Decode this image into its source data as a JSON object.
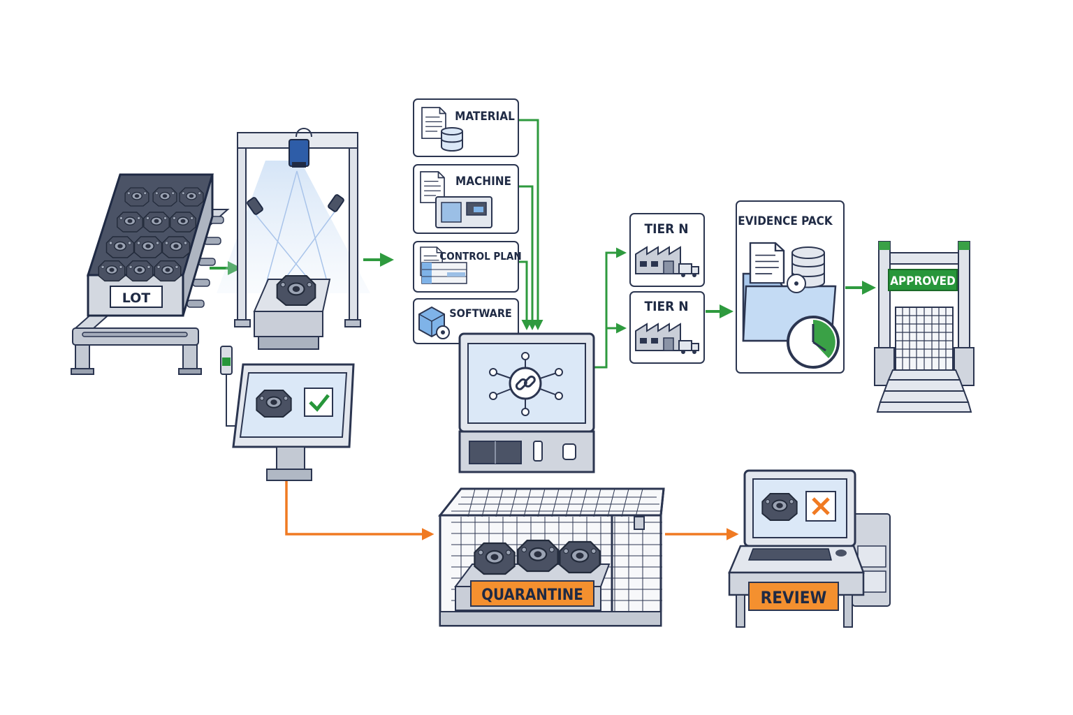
{
  "labels": {
    "lot": "LOT",
    "material": "MATERIAL",
    "machine": "MACHINE",
    "control_plan": "CONTROL PLAN",
    "software": "SOFTWARE",
    "tier_a": "TIER N",
    "tier_b": "TIER N",
    "evidence_pack": "EVIDENCE PACK",
    "approved": "APPROVED",
    "quarantine": "QUARANTINE",
    "review": "REVIEW"
  },
  "colors": {
    "outline": "#2b3550",
    "pass_flow": "#2e9a3e",
    "fail_flow": "#f07a22",
    "steel": "#b9c0cc",
    "screen": "#dbe8f7",
    "status_ok": "#27963a",
    "status_fail": "#f08a2c"
  },
  "icons": {
    "inspection_camera": "camera-icon",
    "checkmark": "checkmark-icon",
    "cross": "x-icon",
    "link": "chain-link-icon",
    "clock": "clock-icon",
    "database": "database-icon",
    "document": "document-icon",
    "factory": "factory-icon",
    "truck": "truck-icon"
  }
}
